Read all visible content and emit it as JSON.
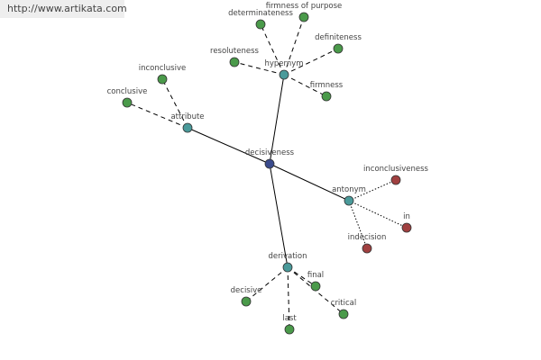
{
  "watermark": {
    "text": "http://www.artikata.com"
  },
  "colors": {
    "center": "#3a4a8c",
    "relation": "#4a9a9a",
    "synonym": "#4a9a4a",
    "antonym": "#a04040"
  },
  "graph": {
    "center": {
      "label": "decisiveness"
    },
    "relations": [
      {
        "label": "hypernym",
        "style": "solid",
        "leaf_style": "dashed",
        "leaves": [
          {
            "label": "determinateness",
            "color": "synonym"
          },
          {
            "label": "firmness of purpose",
            "color": "synonym"
          },
          {
            "label": "definiteness",
            "color": "synonym"
          },
          {
            "label": "resoluteness",
            "color": "synonym"
          },
          {
            "label": "firmness",
            "color": "synonym"
          }
        ]
      },
      {
        "label": "attribute",
        "style": "solid",
        "leaf_style": "dashed",
        "leaves": [
          {
            "label": "inconclusive",
            "color": "synonym"
          },
          {
            "label": "conclusive",
            "color": "synonym"
          }
        ]
      },
      {
        "label": "antonym",
        "style": "solid",
        "leaf_style": "dotted",
        "leaves": [
          {
            "label": "inconclusiveness",
            "color": "antonym"
          },
          {
            "label": "in",
            "color": "antonym"
          },
          {
            "label": "indecision",
            "color": "antonym"
          }
        ]
      },
      {
        "label": "derivation",
        "style": "solid",
        "leaf_style": "dashed",
        "leaves": [
          {
            "label": "final",
            "color": "synonym"
          },
          {
            "label": "critical",
            "color": "synonym"
          },
          {
            "label": "last",
            "color": "synonym"
          },
          {
            "label": "decisive",
            "color": "synonym"
          }
        ]
      }
    ]
  }
}
